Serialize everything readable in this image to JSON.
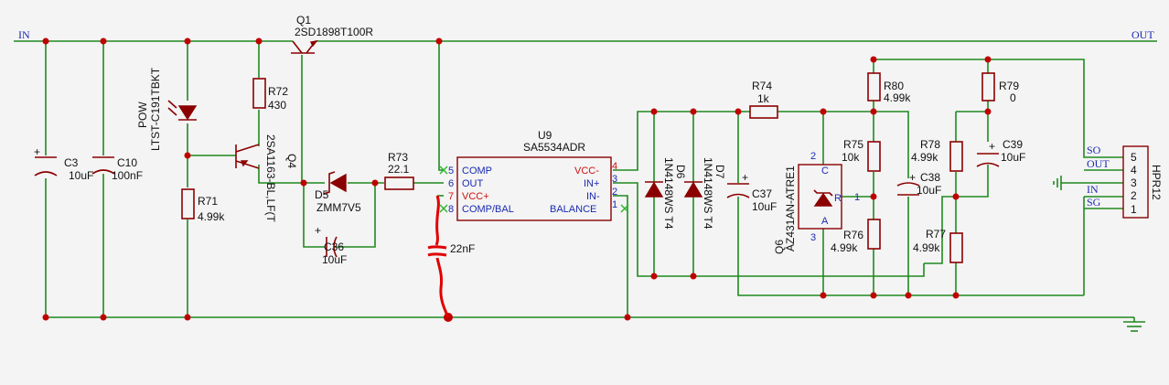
{
  "nets": {
    "in": "IN",
    "out": "OUT"
  },
  "q1": {
    "ref": "Q1",
    "value": "2SD1898T100R"
  },
  "q4": {
    "ref": "Q4",
    "value": "2SA1163-BL,LF(T"
  },
  "pow": {
    "ref": "POW",
    "value": "LTST-C191TBKT"
  },
  "c3": {
    "ref": "C3",
    "value": "10uF"
  },
  "c10": {
    "ref": "C10",
    "value": "100nF"
  },
  "r72": {
    "ref": "R72",
    "value": "430"
  },
  "r71": {
    "ref": "R71",
    "value": "4.99k"
  },
  "d5": {
    "ref": "D5",
    "value": "ZMM7V5"
  },
  "c36": {
    "ref": "C36",
    "value": "10uF"
  },
  "r73": {
    "ref": "R73",
    "value": "22.1"
  },
  "c_hand": {
    "value": "22nF"
  },
  "u9": {
    "ref": "U9",
    "value": "SA5534ADR",
    "pins_left": [
      {
        "num": "5",
        "name": "COMP",
        "color": "blue"
      },
      {
        "num": "6",
        "name": "OUT",
        "color": "blue"
      },
      {
        "num": "7",
        "name": "VCC+",
        "color": "red"
      },
      {
        "num": "8",
        "name": "COMP/BAL",
        "color": "blue"
      }
    ],
    "pins_right": [
      {
        "num": "4",
        "name": "VCC-",
        "color": "red"
      },
      {
        "num": "3",
        "name": "IN+",
        "color": "blue"
      },
      {
        "num": "2",
        "name": "IN-",
        "color": "blue"
      },
      {
        "num": "1",
        "name": "BALANCE",
        "color": "blue"
      }
    ]
  },
  "d6": {
    "ref": "D6",
    "value": "1N4148WS T4"
  },
  "d7": {
    "ref": "D7",
    "value": "1N4148WS T4"
  },
  "r74": {
    "ref": "R74",
    "value": "1k"
  },
  "c37": {
    "ref": "C37",
    "value": "10uF"
  },
  "q6": {
    "ref": "Q6",
    "value": "AZ431AN-ATRE1",
    "pin_c": "C",
    "pin_r": "R",
    "pin_a": "A",
    "num2": "2",
    "num1": "1",
    "num3": "3"
  },
  "r75": {
    "ref": "R75",
    "value": "10k"
  },
  "r76": {
    "ref": "R76",
    "value": "4.99k"
  },
  "r80": {
    "ref": "R80",
    "value": "4.99k"
  },
  "c38": {
    "ref": "C38",
    "value": "10uF"
  },
  "r79": {
    "ref": "R79",
    "value": "0"
  },
  "r78": {
    "ref": "R78",
    "value": "4.99k"
  },
  "c39": {
    "ref": "C39",
    "value": "10uF"
  },
  "r77": {
    "ref": "R77",
    "value": "4.99k"
  },
  "hpr": {
    "ref": "HPR12",
    "pins": [
      {
        "num": "5",
        "net": "SO"
      },
      {
        "num": "4",
        "net": "OUT"
      },
      {
        "num": "3",
        "net": "IN"
      },
      {
        "num": "2",
        "net": "SG"
      },
      {
        "num": "1",
        "net": ""
      }
    ]
  }
}
